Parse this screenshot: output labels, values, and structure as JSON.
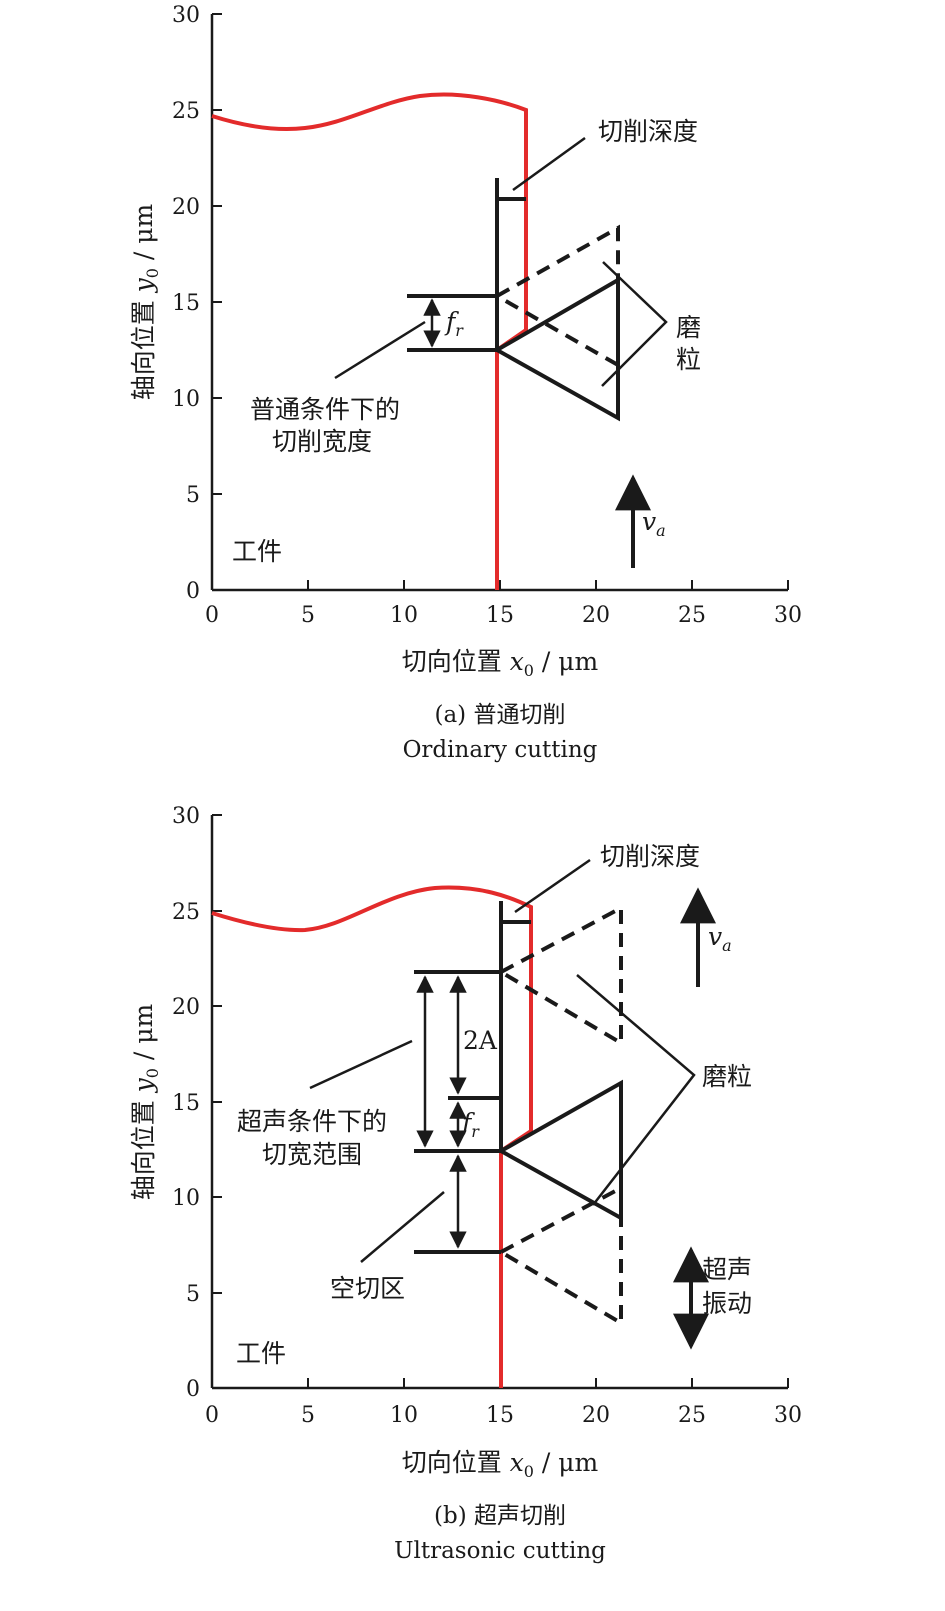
{
  "chart_data": [
    {
      "type": "diagram",
      "panel": "a",
      "xlabel": {
        "main": "切向位置 ",
        "var": "x",
        "sub": "0",
        "unit": " / μm"
      },
      "ylabel": {
        "main": "轴向位置 ",
        "var": "y",
        "sub": "0",
        "unit": " / μm"
      },
      "xlim": [
        0,
        30
      ],
      "ylim": [
        0,
        30
      ],
      "xticks": [
        "0",
        "5",
        "10",
        "15",
        "20",
        "25",
        "30"
      ],
      "yticks": [
        "0",
        "5",
        "10",
        "15",
        "20",
        "25",
        "30"
      ],
      "annotations": {
        "depth": "切削深度",
        "grain_1": "磨",
        "grain_2": "粒",
        "width_1": "普通条件下的",
        "width_2": "切削宽度",
        "workpiece": "工件",
        "fr_var": "f",
        "fr_sub": "r",
        "va_var": "v",
        "va_sub": "a"
      },
      "caption": {
        "line1": "(a) 普通切削",
        "line2": "Ordinary cutting"
      }
    },
    {
      "type": "diagram",
      "panel": "b",
      "xlabel": {
        "main": "切向位置 ",
        "var": "x",
        "sub": "0",
        "unit": " / μm"
      },
      "ylabel": {
        "main": "轴向位置 ",
        "var": "y",
        "sub": "0",
        "unit": " / μm"
      },
      "xlim": [
        0,
        30
      ],
      "ylim": [
        0,
        30
      ],
      "xticks": [
        "0",
        "5",
        "10",
        "15",
        "20",
        "25",
        "30"
      ],
      "yticks": [
        "0",
        "5",
        "10",
        "15",
        "20",
        "25",
        "30"
      ],
      "annotations": {
        "depth": "切削深度",
        "grain": "磨粒",
        "amp": "2A",
        "width_1": "超声条件下的",
        "width_2": "切宽范围",
        "empty": "空切区",
        "vib_1": "超声",
        "vib_2": "振动",
        "workpiece": "工件",
        "fr_var": "f",
        "fr_sub": "r",
        "va_var": "v",
        "va_sub": "a"
      },
      "caption": {
        "line1": "(b) 超声切削",
        "line2": "Ultrasonic cutting"
      }
    }
  ]
}
